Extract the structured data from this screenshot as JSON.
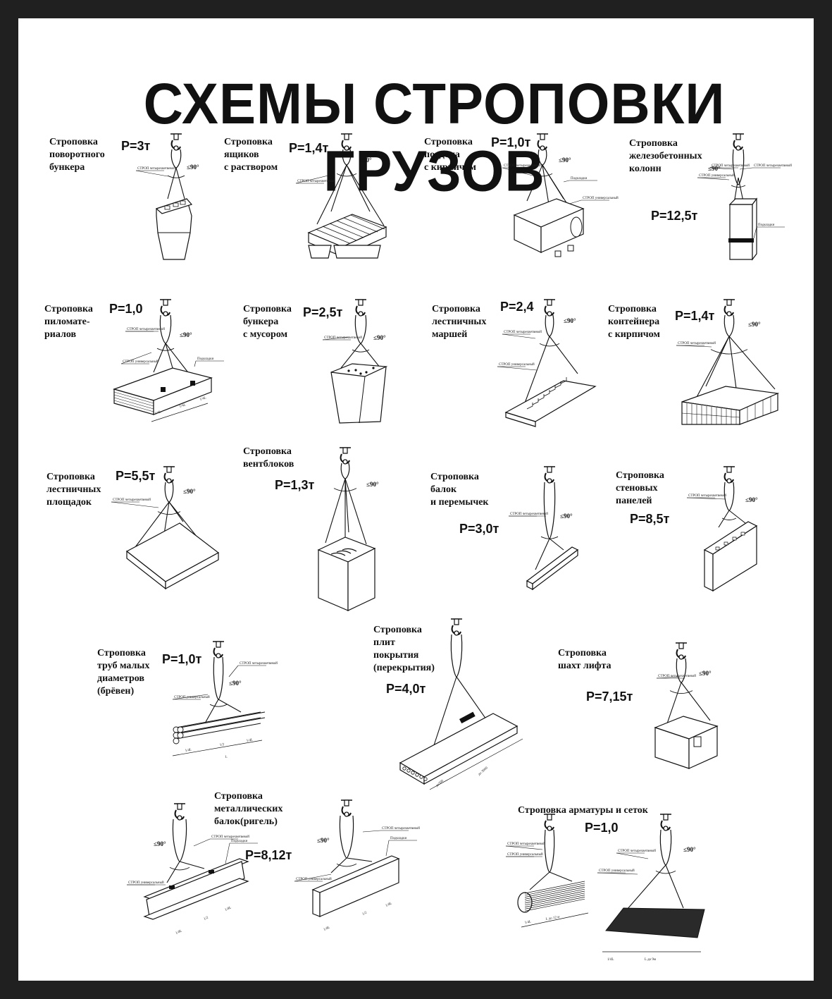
{
  "title": "СХЕМЫ СТРОПОВКИ ГРУЗОВ",
  "angle_label": "≤90°",
  "sling_label": "СТРОП четырехветвевой",
  "sling_universal_label": "СТРОП универсальный",
  "pad_label": "Подкладки",
  "panels": [
    {
      "label": "Строповка\nповоротного\nбункера",
      "load": "Р=3т"
    },
    {
      "label": "Строповка\nящиков\nс раствором",
      "load": "Р=1,4т"
    },
    {
      "label": "Строповка\nподдона\nс кирпичом",
      "load": "Р=1,0т"
    },
    {
      "label": "Строповка\nжелезобетонных\nколонн",
      "load": "Р=12,5т"
    },
    {
      "label": "Строповка\nпиломате-\nриалов",
      "load": "Р=1,0"
    },
    {
      "label": "Строповка\nбункера\nс мусором",
      "load": "Р=2,5т"
    },
    {
      "label": "Строповка\nлестничных\nмаршей",
      "load": "Р=2,4"
    },
    {
      "label": "Строповка\nконтейнера\nс кирпичом",
      "load": "Р=1,4т"
    },
    {
      "label": "Строповка\nлестничных\nплощадок",
      "load": "Р=5,5т"
    },
    {
      "label": "Строповка\nвентблоков",
      "load": "Р=1,3т"
    },
    {
      "label": "Строповка\nбалок\nи перемычек",
      "load": "Р=3,0т"
    },
    {
      "label": "Строповка\nстеновых\nпанелей",
      "load": "Р=8,5т"
    },
    {
      "label": "Строповка\nтруб малых\nдиаметров\n(брёвен)",
      "load": "Р=1,0т"
    },
    {
      "label": "Строповка\nплит\nпокрытия\n(перекрытия)",
      "load": "Р=4,0т"
    },
    {
      "label": "Строповка\nшахт лифта",
      "load": "Р=7,15т"
    },
    {
      "label": "Строповка\nметаллических\nбалок(ригель)",
      "load": "Р=8,12т"
    },
    {
      "label": "Строповка арматуры и сеток",
      "load": "Р=1,0"
    }
  ],
  "dimensions": {
    "quarter": "1/4L",
    "half": "1/2",
    "length": "L",
    "slab_width": "до 3000",
    "slab_depth": "до200",
    "mesh_length": "L до 9м",
    "bundle_length": "L до 12 м"
  }
}
